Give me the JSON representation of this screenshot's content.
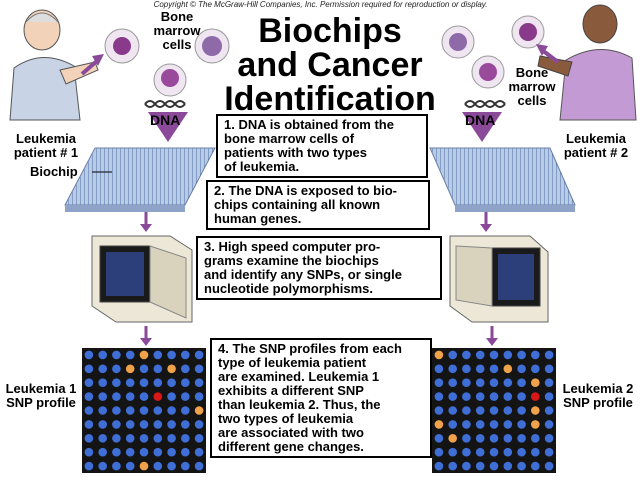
{
  "copyright": "Copyright © The McGraw-Hill Companies, Inc. Permission required for reproduction or display.",
  "title": [
    "Biochips",
    "and Cancer",
    "Identification"
  ],
  "left": {
    "patient": [
      "Leukemia",
      "patient # 1"
    ],
    "bone_marrow": [
      "Bone",
      "marrow",
      "cells"
    ],
    "dna": "DNA",
    "biochip": "Biochip",
    "snp_profile": [
      "Leukemia 1",
      "SNP profile"
    ]
  },
  "right": {
    "patient": [
      "Leukemia",
      "patient # 2"
    ],
    "bone_marrow": [
      "Bone",
      "marrow",
      "cells"
    ],
    "dna": "DNA",
    "snp_profile": [
      "Leukemia 2",
      "SNP profile"
    ]
  },
  "steps": [
    [
      "1. DNA is obtained from the",
      "bone marrow cells of",
      "patients with two types",
      "of leukemia."
    ],
    [
      "2. The DNA is exposed to bio-",
      "chips containing all known",
      "human genes."
    ],
    [
      "3. High speed computer pro-",
      "grams examine the biochips",
      "and identify any SNPs, or single",
      "nucleotide polymorphisms."
    ],
    [
      "4. The SNP profiles from each",
      "type of leukemia patient",
      "are examined.  Leukemia 1",
      "exhibits a different SNP",
      "than leukemia 2.  Thus, the",
      "two types of leukemia",
      "are associated with two",
      "different gene changes."
    ]
  ],
  "colors": {
    "arrow": "#8a4a99",
    "grid_bg": "#141414",
    "dot_normal": "#3f6fd6",
    "dot_orange": "#f0a24a",
    "dot_red": "#d81818"
  }
}
